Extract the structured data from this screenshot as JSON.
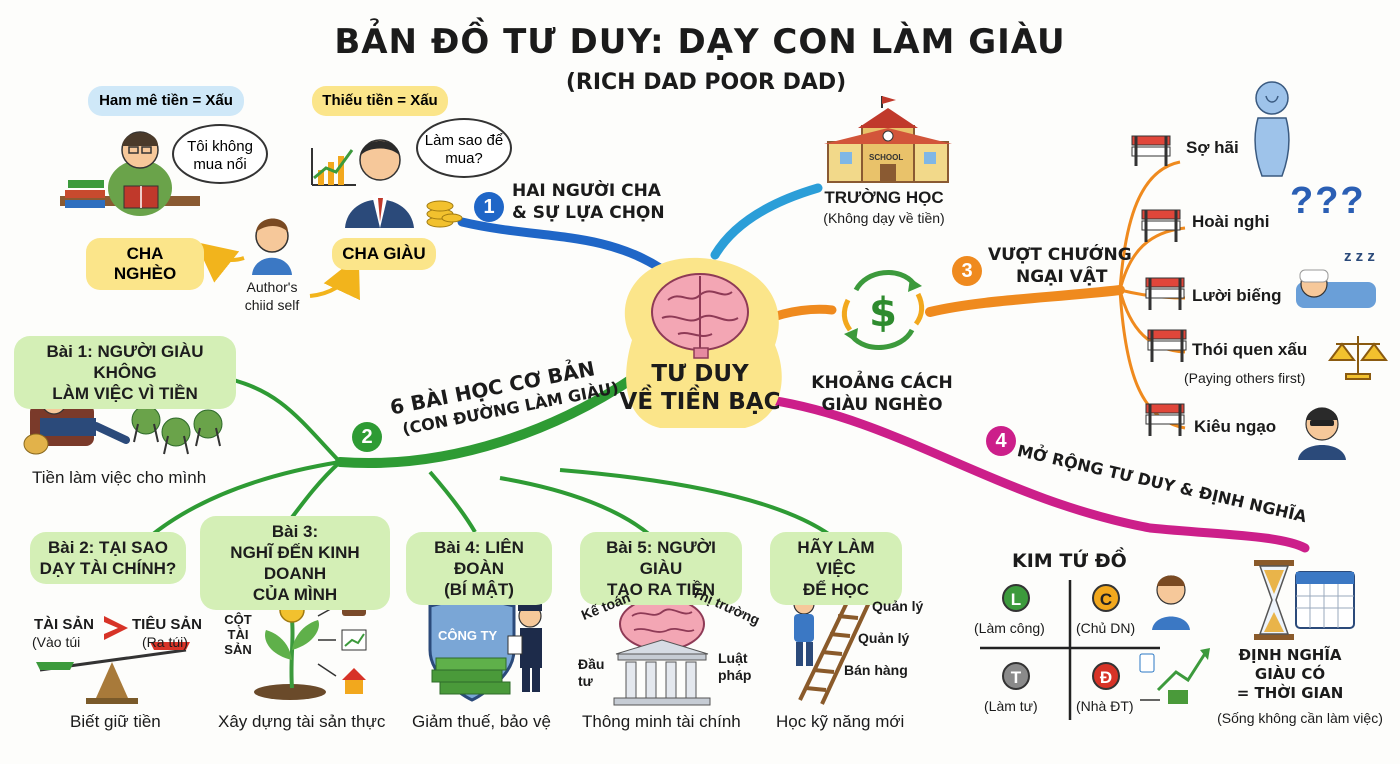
{
  "title": "BẢN ĐỒ TƯ DUY: DẠY CON LÀM GIÀU",
  "subtitle": "(RICH DAD POOR DAD)",
  "center": {
    "line1": "TƯ DUY",
    "line2": "VỀ TIỀN BẠC"
  },
  "branch1": {
    "number": "1",
    "line1": "HAI NGƯỜI CHA",
    "line2": "& SỰ LỰA CHỌN",
    "poor_dad": {
      "bubble": "Ham mê tiền = Xấu",
      "thought": "Tôi không mua nổi",
      "label": "CHA NGHÈO"
    },
    "rich_dad": {
      "bubble": "Thiếu tiền = Xấu",
      "thought": "Làm sao để mua?",
      "label": "CHA GIÀU"
    },
    "child": {
      "line1": "Author's",
      "line2": "chiid self"
    }
  },
  "school": {
    "sign": "SCHOOL",
    "label": "TRƯỜNG HỌC",
    "note": "(Không dạy về tiền)"
  },
  "gap": {
    "line1": "KHOẢNG CÁCH",
    "line2": "GIÀU NGHÈO",
    "symbol": "$"
  },
  "branch3": {
    "number": "3",
    "line1": "VƯỢT CHƯỚNG",
    "line2": "NGẠI VẬT",
    "obstacles": [
      "Sợ hãi",
      "Hoài nghi",
      "Lười biếng",
      "Thói quen xấu",
      "Kiêu ngạo"
    ],
    "bad_habit_note": "(Paying others first)",
    "sleep": "z z z"
  },
  "branch2": {
    "number": "2",
    "line1": "6 BÀI HỌC CƠ BẢN",
    "line2": "(CON ĐƯỜNG LÀM GIÀU)",
    "lesson1": {
      "title_line1": "Bài 1: NGƯỜI GIÀU KHÔNG",
      "title_line2": "LÀM VIỆC VÌ TIỀN",
      "caption": "Tiền làm việc cho mình"
    },
    "lesson2": {
      "title_line1": "Bài 2: TẠI SAO",
      "title_line2": "DẠY TÀI CHÍNH?",
      "asset": "TÀI SẢN",
      "asset_note": "(Vào túi",
      "liability": "TIÊU SẢN",
      "liability_note": "(Ra túi)",
      "caption": "Biết giữ tiền"
    },
    "lesson3": {
      "title_line1": "Bài 3:",
      "title_line2": "NGHĨ ĐẾN KINH DOANH",
      "title_line3": "CỦA MÌNH",
      "pillar": [
        "CỘT",
        "TÀI",
        "SẢN"
      ],
      "caption": "Xây dựng tài sản thực"
    },
    "lesson4": {
      "title_line1": "Bài 4: LIÊN ĐOÀN",
      "title_line2": "(BÍ MẬT)",
      "shield": "CÔNG TY",
      "caption": "Giảm thuế, bảo vệ"
    },
    "lesson5": {
      "title_line1": "Bài 5: NGƯỜI GIÀU",
      "title_line2": "TẠO RA TIỀN",
      "tags": {
        "accounting": "Kế toán",
        "market": "Thị trường",
        "invest_line1": "Đầu",
        "invest_line2": "tư",
        "law_line1": "Luật",
        "law_line2": "pháp"
      },
      "caption": "Thông minh tài chính"
    },
    "lesson6": {
      "title_line1": "HÃY LÀM VIỆC",
      "title_line2": "ĐỂ HỌC",
      "rungs": [
        "Quản lý",
        "Quản lý",
        "Bán hàng"
      ],
      "caption": "Học kỹ năng mới"
    }
  },
  "branch4": {
    "number": "4",
    "label": "MỞ RỘNG TƯ DUY & ĐỊNH NGHĨA",
    "quadrant": {
      "title": "KIM TỨ ĐỒ",
      "cells": [
        {
          "letter": "L",
          "label": "(Làm công)",
          "color": "#3c9a3c"
        },
        {
          "letter": "C",
          "label": "(Chủ DN)",
          "color": "#f2a81d"
        },
        {
          "letter": "T",
          "label": "(Làm tư)",
          "color": "#8a8a8a"
        },
        {
          "letter": "Đ",
          "label": "(Nhà ĐT)",
          "color": "#d73327"
        }
      ]
    },
    "wealth": {
      "line1": "ĐỊNH NGHĨA",
      "line2": "GIÀU CÓ",
      "line3": "= THỜI GIAN",
      "note": "(Sống không cần làm việc)"
    }
  },
  "colors": {
    "blue": "#1f66c7",
    "green": "#2e9b34",
    "orange": "#ef8a1e",
    "magenta": "#cc1f8a",
    "sky": "#2b9ed8",
    "pill": "#d4efb6",
    "yellow": "#fbe58a"
  }
}
